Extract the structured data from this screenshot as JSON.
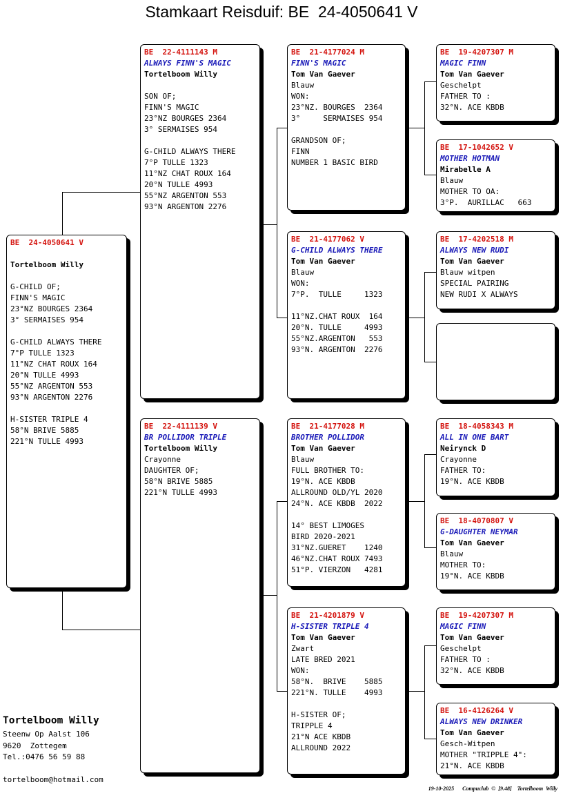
{
  "title": "Stamkaart Reisduif: BE  24-4050641 V",
  "colors": {
    "ring": "#d4140f",
    "name": "#1a1ab8",
    "shadow": "#000000"
  },
  "cards": {
    "subject": {
      "lines": [
        "BE  24-4050641 V",
        "",
        "Tortelboom Willy",
        "",
        "G-CHILD OF;",
        "FINN'S MAGIC",
        "23°NZ BOURGES 2364",
        "3° SERMAISES 954",
        "",
        "G-CHILD ALWAYS THERE",
        "7°P TULLE 1323",
        "11°NZ CHAT ROUX 164",
        "20°N TULLE 4993",
        "55°NZ ARGENTON 553",
        "93°N ARGENTON 2276",
        "",
        "H-SISTER TRIPLE 4",
        "58°N BRIVE 5885",
        "221°N TULLE 4993"
      ]
    },
    "father": {
      "lines": [
        "BE  22-4111143 M",
        "ALWAYS FINN'S MAGIC",
        "Tortelboom Willy",
        "",
        "SON OF;",
        "FINN'S MAGIC",
        "23°NZ BOURGES 2364",
        "3° SERMAISES 954",
        "",
        "G-CHILD ALWAYS THERE",
        "7°P TULLE 1323",
        "11°NZ CHAT ROUX 164",
        "20°N TULLE 4993",
        "55°NZ ARGENTON 553",
        "93°N ARGENTON 2276"
      ]
    },
    "mother": {
      "lines": [
        "BE  22-4111139 V",
        "BR POLLIDOR TRIPLE",
        "Tortelboom Willy",
        "Crayonne",
        "DAUGHTER OF;",
        "58°N BRIVE 5885",
        "221°N TULLE 4993"
      ]
    },
    "ff": {
      "lines": [
        "BE  21-4177024 M",
        "FINN'S MAGIC",
        "Tom Van Gaever",
        "Blauw",
        "WON:",
        "23°NZ. BOURGES  2364",
        "3°     SERMAISES 954",
        "",
        "GRANDSON OF;",
        "FINN",
        "NUMBER 1 BASIC BIRD"
      ]
    },
    "fm": {
      "lines": [
        "BE  21-4177062 V",
        "G-CHILD ALWAYS THERE",
        "Tom Van Gaever",
        "Blauw",
        "WON:",
        "7°P.  TULLE     1323",
        "",
        "11°NZ.CHAT ROUX  164",
        "20°N. TULLE     4993",
        "55°NZ.ARGENTON   553",
        "93°N. ARGENTON  2276"
      ]
    },
    "mf": {
      "lines": [
        "BE  21-4177028 M",
        "BROTHER POLLIDOR",
        "Tom Van Gaever",
        "Blauw",
        "FULL BROTHER TO:",
        "19°N. ACE KBDB",
        "ALLROUND OLD/YL 2020",
        "24°N. ACE KBDB  2022",
        "",
        "14° BEST LIMOGES",
        "BIRD 2020-2021",
        "31°NZ.GUERET    1240",
        "46°NZ.CHAT ROUX 7493",
        "51°P. VIERZON   4281"
      ]
    },
    "mm": {
      "lines": [
        "BE  21-4201879 V",
        "H-SISTER TRIPLE 4",
        "Tom Van Gaever",
        "Zwart",
        "LATE BRED 2021",
        "WON:",
        "58°N.  BRIVE    5885",
        "221°N. TULLE    4993",
        "",
        "H-SISTER OF;",
        "TRIPPLE 4",
        "21°N ACE KBDB",
        "ALLROUND 2022"
      ]
    },
    "fff": {
      "lines": [
        "BE  19-4207307 M",
        "MAGIC FINN",
        "Tom Van Gaever",
        "Geschelpt",
        "FATHER TO :",
        "32°N. ACE KBDB"
      ]
    },
    "ffm": {
      "lines": [
        "BE  17-1042652 V",
        "MOTHER HOTMAN",
        "Mirabelle A",
        "Blauw",
        "MOTHER TO OA:",
        "3°P.  AURILLAC   663"
      ]
    },
    "fmf": {
      "lines": [
        "BE  17-4202518 M",
        "ALWAYS NEW RUDI",
        "Tom Van Gaever",
        "Blauw witpen",
        "SPECIAL PAIRING",
        "NEW RUDI X ALWAYS"
      ]
    },
    "fmm": {
      "lines": []
    },
    "mff": {
      "lines": [
        "BE  18-4058343 M",
        "ALL IN ONE BART",
        "Neirynck D",
        "Crayonne",
        "FATHER TO:",
        "19°N. ACE KBDB"
      ]
    },
    "mfm": {
      "lines": [
        "BE  18-4070807 V",
        "G-DAUGHTER NEYMAR",
        "Tom Van Gaever",
        "Blauw",
        "MOTHER TO:",
        "19°N. ACE KBDB"
      ]
    },
    "mmf": {
      "lines": [
        "BE  19-4207307 M",
        "MAGIC FINN",
        "Tom Van Gaever",
        "Geschelpt",
        "FATHER TO :",
        "32°N. ACE KBDB"
      ]
    },
    "mmm": {
      "lines": [
        "BE  16-4126264 V",
        "ALWAYS NEW DRINKER",
        "Tom Van Gaever",
        "Gesch-Witpen",
        "MOTHER \"TRIPPLE 4\":",
        "21°N. ACE KBDB"
      ]
    }
  },
  "owner": {
    "name": "Tortelboom Willy",
    "street": "Steenw Op Aalst 106",
    "city": "9620  Zottegem",
    "phone": "Tel.:0476 56 59 88",
    "email": "tortelboom@hotmail.com"
  },
  "footer": "19-10-2025   Compuclub © [9.48]  Tortelboom Willy"
}
